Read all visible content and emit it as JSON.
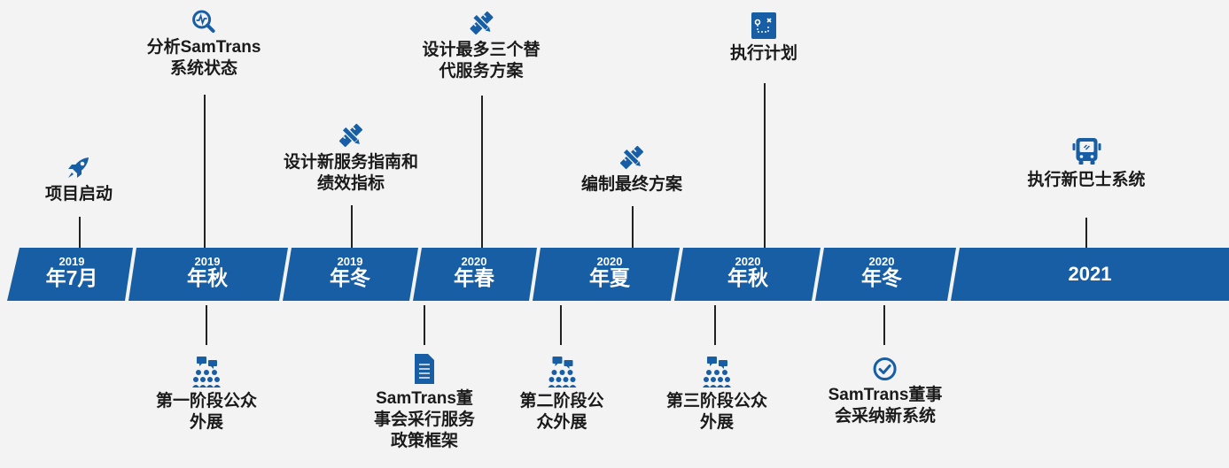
{
  "timeline": {
    "segments": [
      {
        "year": "2019",
        "season": "年7月"
      },
      {
        "year": "2019",
        "season": "年秋"
      },
      {
        "year": "2019",
        "season": "年冬"
      },
      {
        "year": "2020",
        "season": "年春"
      },
      {
        "year": "2020",
        "season": "年夏"
      },
      {
        "year": "2020",
        "season": "年秋"
      },
      {
        "year": "2020",
        "season": "年冬"
      },
      {
        "year": "",
        "season": "2021"
      }
    ],
    "band_color": "#175ea5"
  },
  "events_top": [
    {
      "icon": "rocket-icon",
      "lines": [
        "项目启动"
      ]
    },
    {
      "icon": "magnify-chart-icon",
      "lines": [
        "分析SamTrans",
        "系统状态"
      ]
    },
    {
      "icon": "pencil-ruler-icon",
      "lines": [
        "设计新服务指南和",
        "绩效指标"
      ]
    },
    {
      "icon": "pencil-ruler-icon",
      "lines": [
        "设计最多三个替",
        "代服务方案"
      ]
    },
    {
      "icon": "pencil-ruler-icon",
      "lines": [
        "编制最终方案"
      ]
    },
    {
      "icon": "plan-board-icon",
      "lines": [
        "执行计划"
      ]
    },
    {
      "icon": "bus-icon",
      "lines": [
        "执行新巴士系统"
      ]
    }
  ],
  "events_bottom": [
    {
      "icon": "people-meeting-icon",
      "lines": [
        "第一阶段公众",
        "外展"
      ]
    },
    {
      "icon": "document-icon",
      "lines": [
        "SamTrans董",
        "事会采行服务",
        "政策框架"
      ]
    },
    {
      "icon": "people-meeting-icon",
      "lines": [
        "第二阶段公",
        "众外展"
      ]
    },
    {
      "icon": "people-meeting-icon",
      "lines": [
        "第三阶段公众",
        "外展"
      ]
    },
    {
      "icon": "check-circle-icon",
      "lines": [
        "SamTrans董事",
        "会采纳新系统"
      ]
    }
  ]
}
